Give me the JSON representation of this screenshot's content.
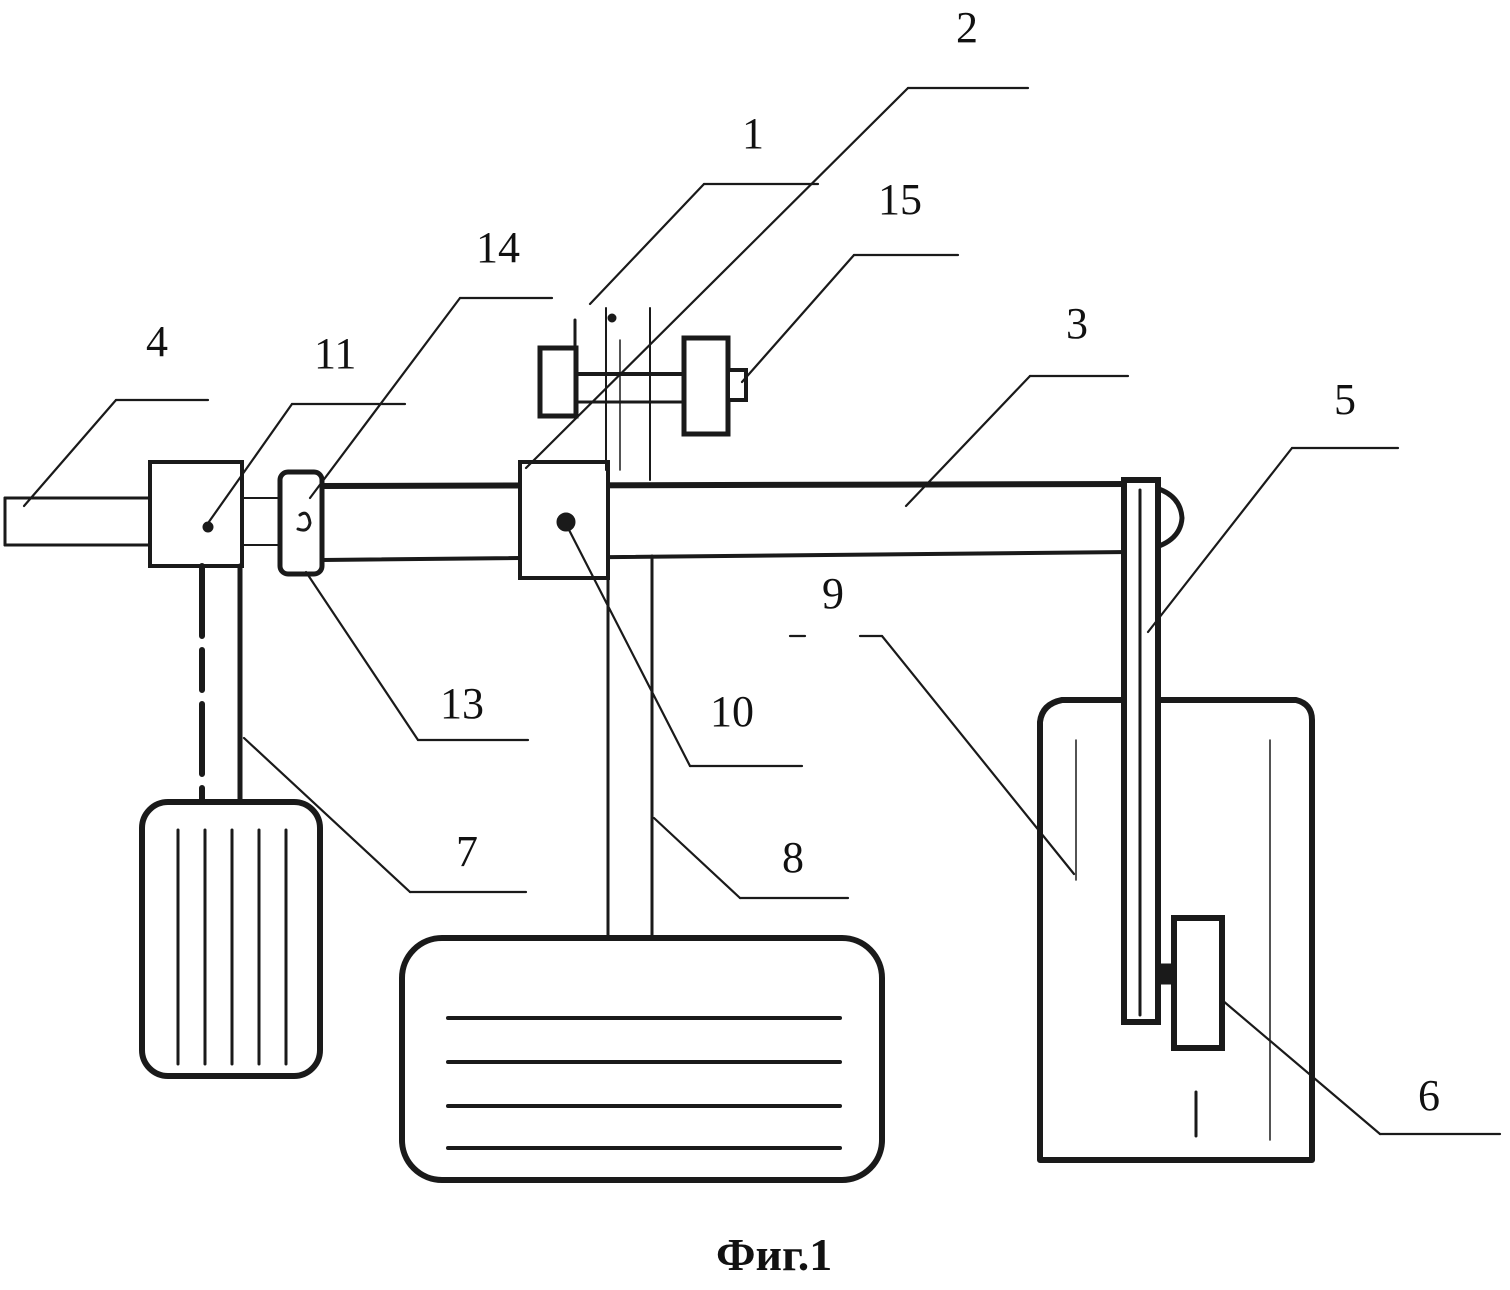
{
  "figure": {
    "caption": "Фиг.1",
    "labels": {
      "l1": "1",
      "l2": "2",
      "l3": "3",
      "l4": "4",
      "l5": "5",
      "l6": "6",
      "l7": "7",
      "l8": "8",
      "l9": "9",
      "l10": "10",
      "l11": "11",
      "l13": "13",
      "l14": "14",
      "l15": "15"
    }
  }
}
